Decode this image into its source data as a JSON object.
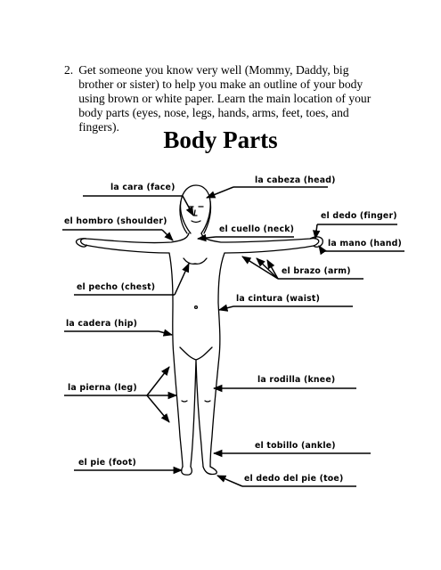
{
  "instruction": {
    "number": "2.",
    "text": "Get someone you know very well (Mommy, Daddy, big brother or sister) to help you make an outline of your body using brown or white paper.  Learn the main location of your body parts (eyes, nose, legs, hands, arms, feet, toes, and fingers)."
  },
  "title": "Body Parts",
  "labels": {
    "face": "la cara (face)",
    "head": "la cabeza (head)",
    "shoulder": "el hombro (shoulder)",
    "neck": "el cuello (neck)",
    "finger": "el dedo (finger)",
    "hand": "la mano (hand)",
    "arm": "el brazo (arm)",
    "chest": "el pecho (chest)",
    "waist": "la cintura (waist)",
    "hip": "la cadera (hip)",
    "leg": "la pierna (leg)",
    "knee": "la rodilla (knee)",
    "ankle": "el tobillo (ankle)",
    "foot": "el pie (foot)",
    "toe": "el dedo del pie (toe)"
  }
}
